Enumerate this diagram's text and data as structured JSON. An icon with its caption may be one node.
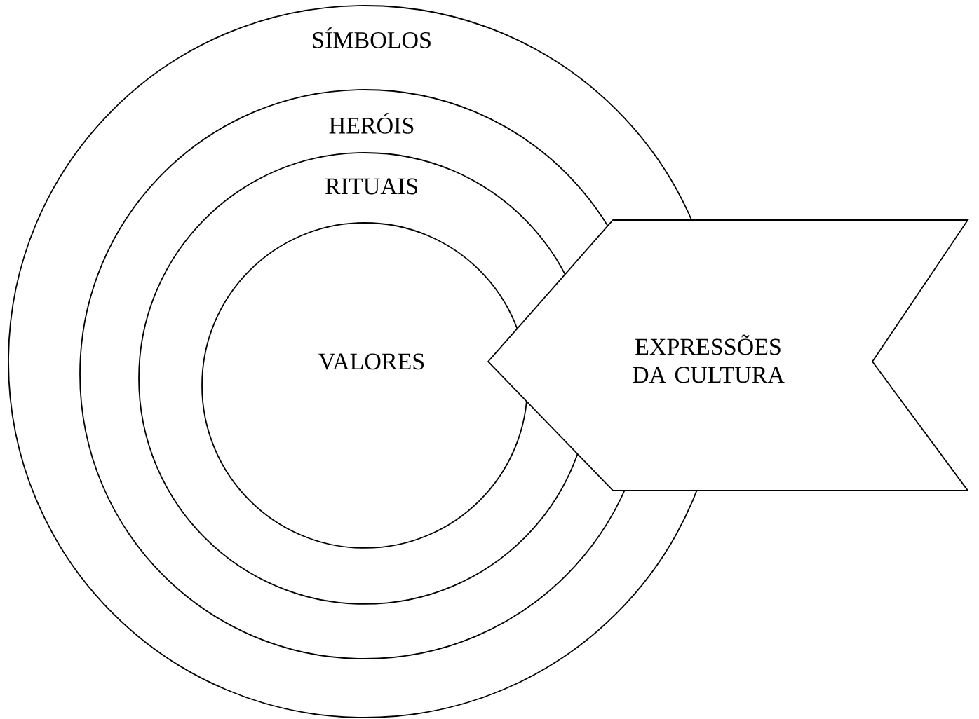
{
  "diagram": {
    "nodes": [
      {
        "text": [
          "SÍMBOLOS"
        ]
      },
      {
        "text": [
          "HERÓIS"
        ],
        "in": 0
      },
      {
        "text": [
          "RITUAIS"
        ],
        "in": 1
      },
      {
        "text": [
          "VALORES"
        ],
        "in": 2
      },
      {
        "text": [
          "EXPRESSÕES DA CULTURA"
        ]
      }
    ]
  }
}
